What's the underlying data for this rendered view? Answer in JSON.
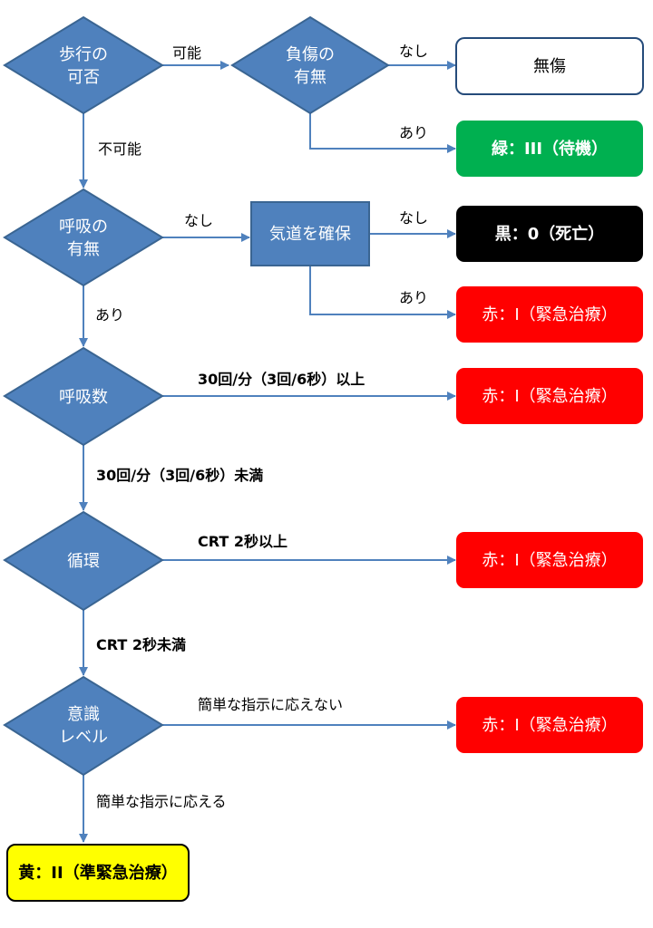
{
  "decisions": {
    "walk": {
      "line1": "歩行の",
      "line2": "可否"
    },
    "injury": {
      "line1": "負傷の",
      "line2": "有無"
    },
    "breathing": {
      "line1": "呼吸の",
      "line2": "有無"
    },
    "resp_rate": {
      "label": "呼吸数"
    },
    "circulation": {
      "label": "循環"
    },
    "consciousness": {
      "line1": "意識",
      "line2": "レベル"
    }
  },
  "process": {
    "airway": "気道を確保"
  },
  "outcomes": {
    "no_injury": "無傷",
    "green": "緑：III（待機）",
    "black": "黒：0（死亡）",
    "red_airway": "赤：I（緊急治療）",
    "red_resp": "赤：I（緊急治療）",
    "red_crt": "赤：I（緊急治療）",
    "red_conscious": "赤：I（緊急治療）",
    "yellow": "黄：II（準緊急治療）"
  },
  "edges": {
    "walk_possible": "可能",
    "walk_impossible": "不可能",
    "injury_none": "なし",
    "injury_yes": "あり",
    "breath_none": "なし",
    "breath_yes": "あり",
    "airway_none": "なし",
    "airway_yes": "あり",
    "resp_high": "30回/分（3回/6秒）以上",
    "resp_low": "30回/分（3回/6秒）未満",
    "crt_high": "CRT 2秒以上",
    "crt_low": "CRT 2秒未満",
    "cannot_follow": "簡単な指示に応えない",
    "can_follow": "簡単な指示に応える"
  },
  "colors": {
    "diamond_fill": "#4f81bd",
    "diamond_stroke": "#3a6592",
    "arrow": "#4f81bd",
    "green": "#00b050",
    "black": "#000000",
    "red": "#ff0000",
    "yellow": "#ffff00"
  }
}
